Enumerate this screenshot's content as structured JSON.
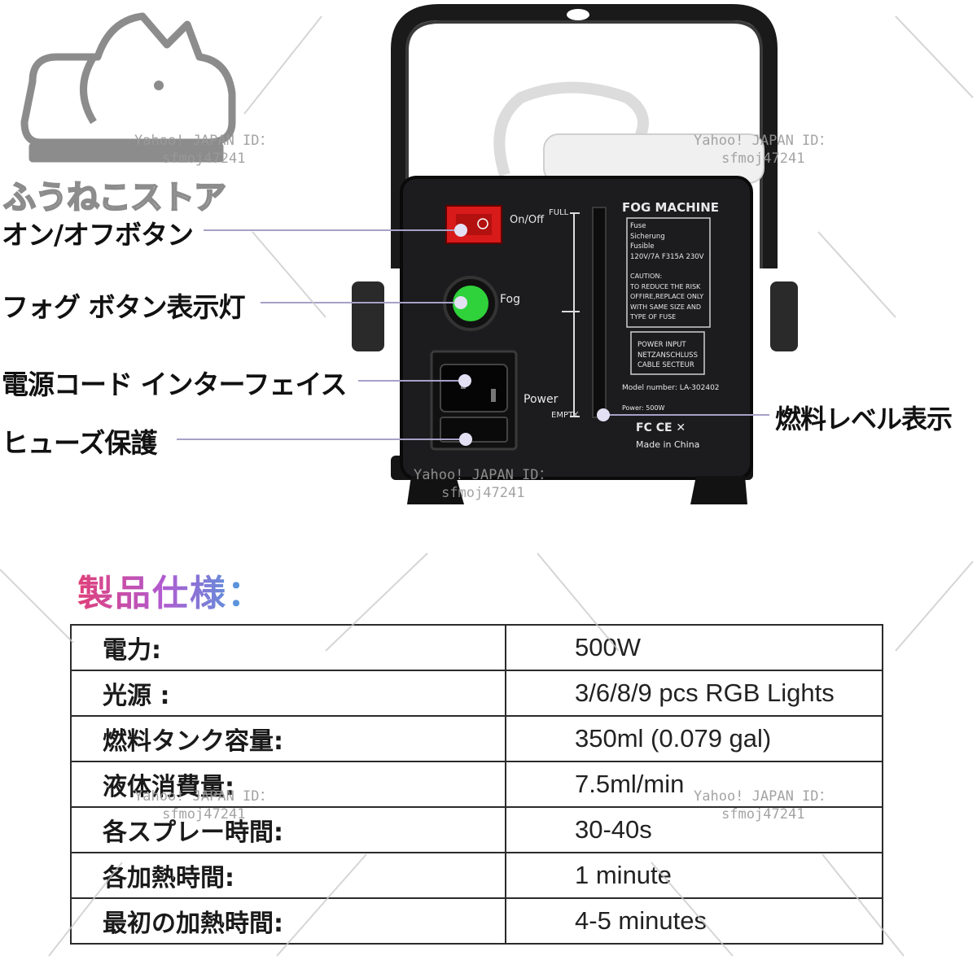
{
  "store": {
    "name": "ふうねこストア"
  },
  "watermark": {
    "line1": "Yahoo! JAPAN ID：",
    "line2": "sfmoj47241"
  },
  "callouts": {
    "onoff": "オン/オフボタン",
    "fog_light": "フォグ ボタン表示灯",
    "power_interface": "電源コード インターフェイス",
    "fuse": "ヒューズ保護",
    "fuel_level": "燃料レベル表示"
  },
  "device": {
    "onoff_label": "On/Off",
    "fog_label": "Fog",
    "power_label": "Power",
    "gauge_full": "FULL",
    "gauge_empty": "EMPTY",
    "title": "FOG MACHINE",
    "fuse_lines": [
      "Fuse",
      "Sicherung",
      "Fusible",
      "120V/7A  F315A 230V"
    ],
    "caution_lines": [
      "CAUTION:",
      "TO REDUCE THE RISK",
      "OFFIRE,REPLACE ONLY",
      "WITH SAME SIZE AND",
      "TYPE OF FUSE"
    ],
    "power_input_lines": [
      "POWER INPUT",
      "NETZANSCHLUSS",
      "CABLE SECTEUR"
    ],
    "model": "Model number: LA-302402",
    "power_rating": "Power: 500W",
    "cert": "FC CE ✕",
    "made_in": "Made in China"
  },
  "spec": {
    "title": "製品仕様：",
    "rows": [
      {
        "key": "電力:",
        "value": "500W"
      },
      {
        "key": "光源 :",
        "value": "3/6/8/9 pcs RGB Lights"
      },
      {
        "key": "燃料タンク容量:",
        "value": "350ml (0.079 gal)"
      },
      {
        "key": "液体消費量:",
        "value": "7.5ml/min"
      },
      {
        "key": "各スプレー時間:",
        "value": "30-40s"
      },
      {
        "key": "各加熱時間:",
        "value": "1 minute"
      },
      {
        "key": "最初の加熱時間:",
        "value": "4-5 minutes"
      }
    ]
  },
  "colors": {
    "switch_red": "#d81a1a",
    "fog_green": "#2fd23a",
    "title_pink": "#e0407a",
    "title_blue": "#3aa8e0",
    "panel": "#1c1c1e"
  }
}
